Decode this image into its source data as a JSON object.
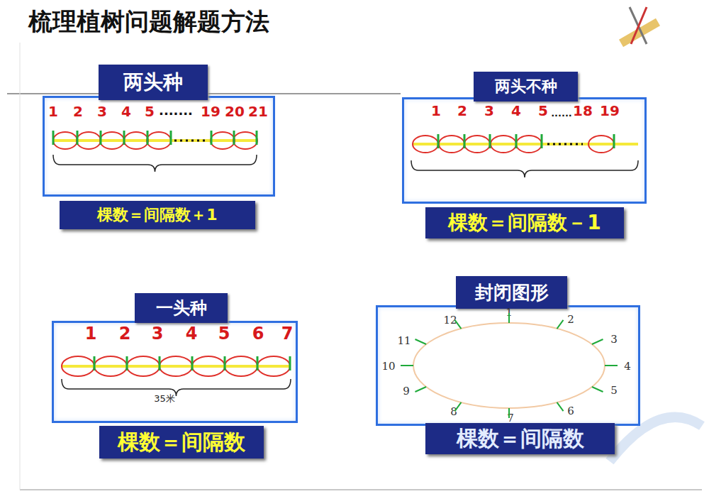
{
  "diagram": {
    "title": "梳理植树问题解题方法",
    "nodes": [
      {
        "text": [
          "两头种"
        ]
      },
      {
        "text": [
          "棵数＝间隔数＋1"
        ]
      },
      {
        "text": [
          "两头不种"
        ]
      },
      {
        "text": [
          "棵数＝间隔数－1"
        ]
      },
      {
        "text": [
          "一头种"
        ]
      },
      {
        "text": [
          "棵数＝间隔数"
        ]
      },
      {
        "text": [
          "封闭图形"
        ]
      },
      {
        "text": [
          "棵数＝间隔数"
        ]
      }
    ],
    "labels": [
      "1",
      "2",
      "3",
      "4",
      "5",
      ".......",
      "19",
      "20",
      "21",
      "1",
      "2",
      "3",
      "4",
      "5",
      "......",
      "18",
      "19",
      "1",
      "2",
      "3",
      "4",
      "5",
      "6",
      "7",
      "35米",
      "1",
      "2",
      "3",
      "4",
      "5",
      "6",
      "7",
      "8",
      "9",
      "10",
      "11",
      "12"
    ]
  }
}
